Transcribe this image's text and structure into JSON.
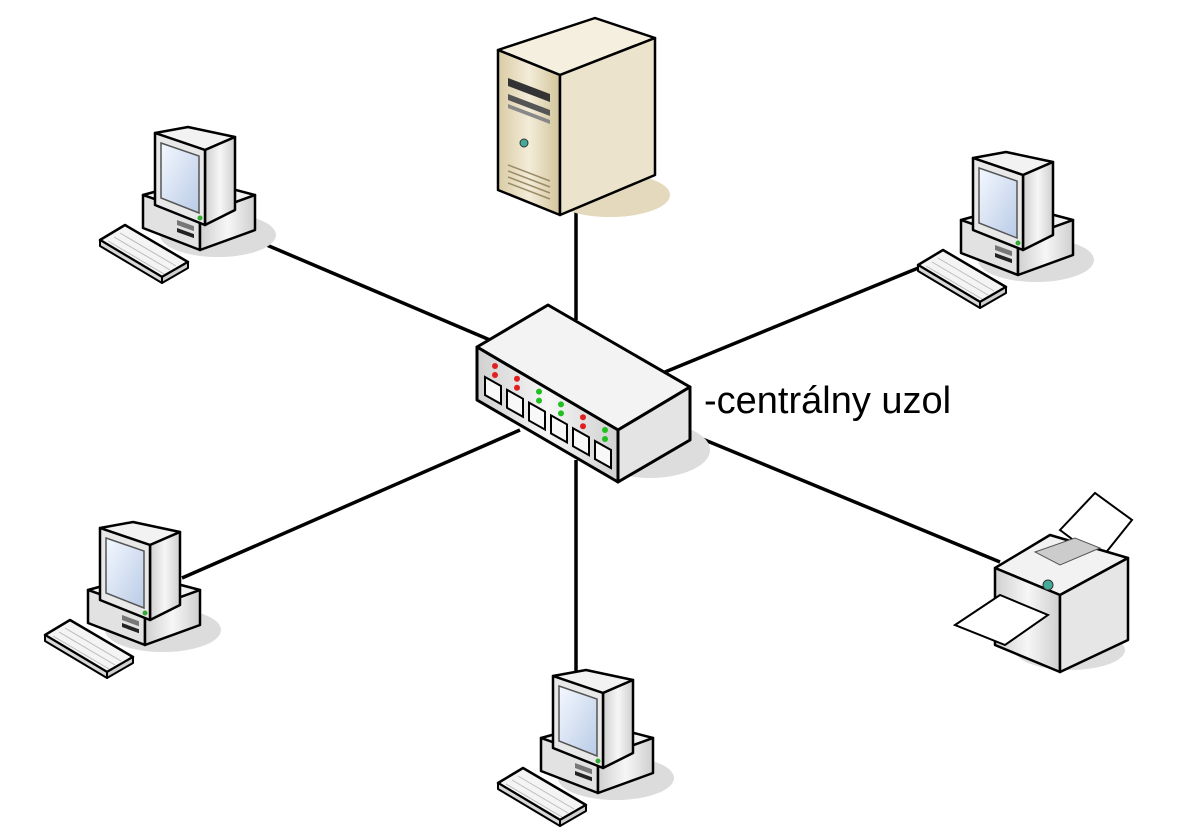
{
  "diagram": {
    "topology": "star",
    "hub_label": "-centrálny uzol",
    "nodes": [
      {
        "id": "pc-top-left",
        "icon": "workstation-icon"
      },
      {
        "id": "server",
        "icon": "server-tower-icon"
      },
      {
        "id": "pc-top-right",
        "icon": "workstation-icon"
      },
      {
        "id": "printer",
        "icon": "printer-icon"
      },
      {
        "id": "pc-bottom",
        "icon": "workstation-icon"
      },
      {
        "id": "pc-bottom-left",
        "icon": "workstation-icon"
      }
    ],
    "hub": {
      "icon": "network-switch-icon",
      "port_leds": [
        "red",
        "red",
        "green",
        "green",
        "red",
        "green"
      ]
    },
    "colors": {
      "link": "#000000",
      "led_red": "#e02020",
      "led_green": "#20c020",
      "server_body": "#e9dfc4",
      "device_body": "#e6e6e6",
      "screen": "#dde8f6"
    }
  }
}
